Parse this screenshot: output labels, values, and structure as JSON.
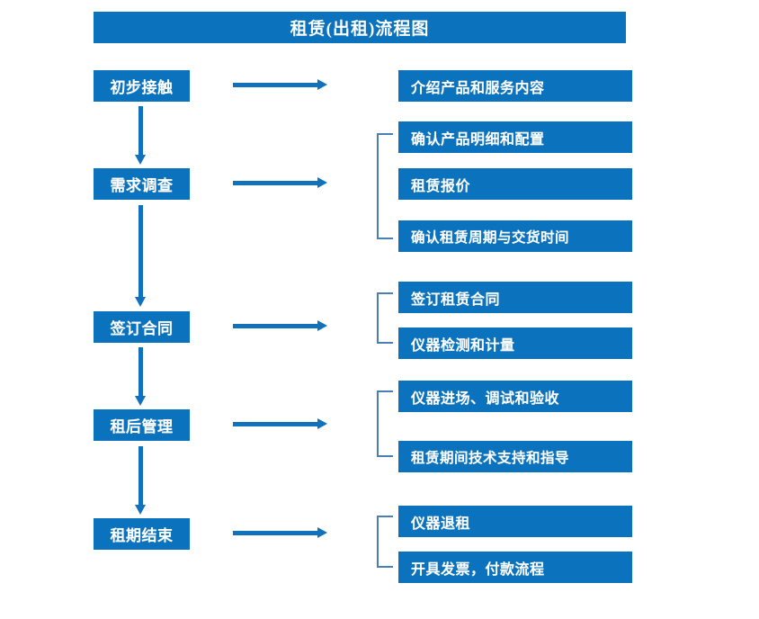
{
  "title": {
    "text": "租赁(出租)流程图"
  },
  "colors": {
    "box_fill": "#0b72bd",
    "box_text": "#ffffff",
    "arrow": "#1271bb",
    "bracket": "#4a7fb5",
    "background": "#ffffff"
  },
  "stages": [
    {
      "label": "初步接触"
    },
    {
      "label": "需求调查"
    },
    {
      "label": "签订合同"
    },
    {
      "label": "租后管理"
    },
    {
      "label": "租期结束"
    }
  ],
  "groups": [
    {
      "stage": "初步接触",
      "bracketed": false,
      "details": [
        {
          "label": "介绍产品和服务内容"
        }
      ]
    },
    {
      "stage": "需求调查",
      "bracketed": true,
      "details": [
        {
          "label": "确认产品明细和配置"
        },
        {
          "label": "租赁报价"
        },
        {
          "label": "确认租赁周期与交货时间"
        }
      ]
    },
    {
      "stage": "签订合同",
      "bracketed": true,
      "details": [
        {
          "label": "签订租赁合同"
        },
        {
          "label": "仪器检测和计量"
        }
      ]
    },
    {
      "stage": "租后管理",
      "bracketed": true,
      "details": [
        {
          "label": "仪器进场、调试和验收"
        },
        {
          "label": "租赁期间技术支持和指导"
        }
      ]
    },
    {
      "stage": "租期结束",
      "bracketed": true,
      "details": [
        {
          "label": "仪器退租"
        },
        {
          "label": "开具发票，付款流程"
        }
      ]
    }
  ]
}
